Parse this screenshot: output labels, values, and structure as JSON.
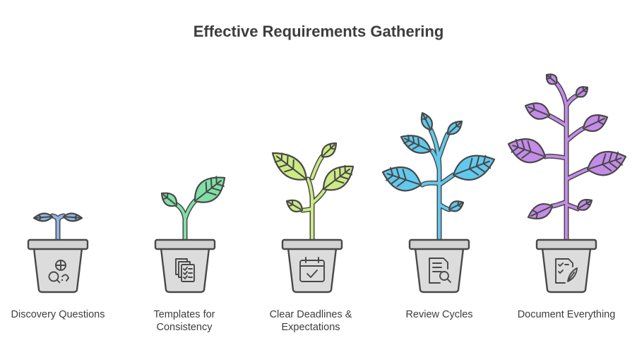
{
  "title": "Effective Requirements Gathering",
  "stages": [
    {
      "label_lines": [
        "Discovery Questions"
      ],
      "icon": "user-search-icon",
      "color": "#8fb4e3"
    },
    {
      "label_lines": [
        "Templates for",
        "Consistency"
      ],
      "icon": "stacked-checklist-icon",
      "color": "#7fe0a6"
    },
    {
      "label_lines": [
        "Clear Deadlines &",
        "Expectations"
      ],
      "icon": "calendar-check-icon",
      "color": "#cdea84"
    },
    {
      "label_lines": [
        "Review Cycles"
      ],
      "icon": "document-search-icon",
      "color": "#62c9ee"
    },
    {
      "label_lines": [
        "Document Everything"
      ],
      "icon": "checklist-pen-icon",
      "color": "#c48be8"
    }
  ]
}
